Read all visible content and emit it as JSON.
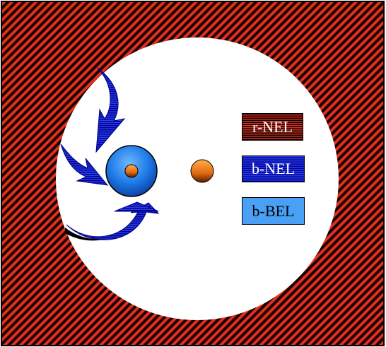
{
  "legend": {
    "r_nel": "r-NEL",
    "b_nel": "b-NEL",
    "b_bel": "b-BEL"
  },
  "colors": {
    "outer_red": "#e0301e",
    "outer_dark": "#000000",
    "disk_white": "#ffffff",
    "core_blue": "#1e7be6",
    "nucleus_orange": "#f07a1c",
    "arrow_blue": "#1a2fd0",
    "bel_blue": "#4aa0f5"
  }
}
